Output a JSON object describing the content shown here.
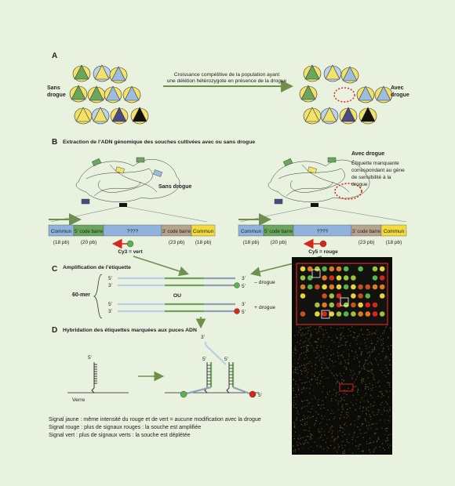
{
  "sectionA": {
    "label": "A",
    "left_label": [
      "Sans",
      "drogue"
    ],
    "right_label": [
      "Avec",
      "drogue"
    ],
    "arrow_caption": [
      "Croissance compétitive de la population ayant",
      "une délétion hétérozygote en présence de la drogue"
    ]
  },
  "sectionB": {
    "label": "B",
    "title": "Extraction de l’ADN génomique des souches cultivées avec ou sans drogue",
    "left_label": "Sans drogue",
    "right_label": "Avec drogue",
    "missing_note": [
      "Étiquette manquante",
      "correspondant au gène",
      "de sensibilité à la",
      "drogue"
    ],
    "strip_segments": [
      "Commun",
      "5’ code barre",
      "????",
      "3’ code barre",
      "Commun"
    ],
    "strip_sizes": [
      "(18 pb)",
      "(20 pb)",
      "(23 pb)",
      "(18 pb)"
    ],
    "cy3": "Cy3 = vert",
    "cy5": "Cy5 = rouge"
  },
  "sectionC": {
    "label": "C",
    "title": "Amplification de l’étiquette",
    "mer": "60-mer",
    "p5": "5’",
    "p3": "3’",
    "ou": "OU",
    "minus_drug": "– drogue",
    "plus_drug": "+ drogue"
  },
  "sectionD": {
    "label": "D",
    "title": "Hybridation des étiquettes marquées aux puces ADN",
    "verre": "Verre",
    "p5": "5’",
    "p3": "3’"
  },
  "notes": [
    "Signal jaune : même intensité du rouge et de vert = aucune modification avec la drogue",
    "Signal rouge : plus de signaux rouges : la souche est amplifiée",
    "Signal vert : plus de signaux verts : la souche est déplétée"
  ],
  "colors": {
    "background": "#e9f1df",
    "common": "#8fb3dc",
    "barcode": "#6aa75c",
    "middle": "#8fb3dc",
    "barcode3": "#b7a48f",
    "common_end": "#f2da3a",
    "cy3": "#5ab34d",
    "cy5": "#d9261c",
    "arrow": "#6f8f4f"
  }
}
